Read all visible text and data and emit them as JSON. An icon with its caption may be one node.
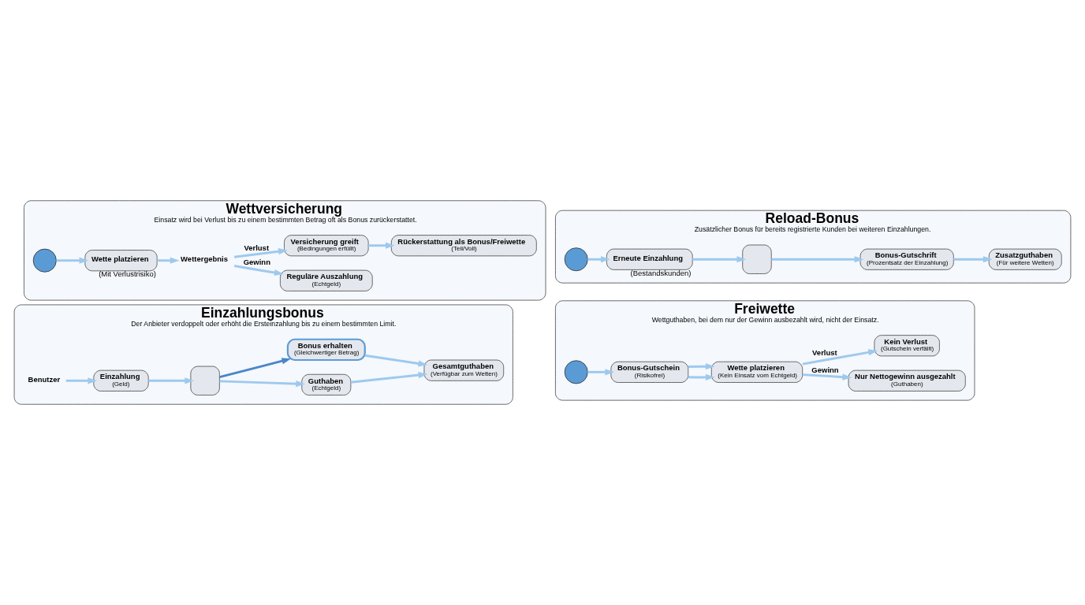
{
  "diagram": {
    "nodes": [
      {
        "text": [
          "Einzahlungsbonus",
          "Der Anbieter verdoppelt oder erhöht die Ersteinzahlung bis zu einem bestimmten Limit."
        ]
      },
      {
        "text": [
          "Benutzer"
        ],
        "in": 0
      },
      {
        "text": [
          "Einzahlung",
          "(Geld)"
        ],
        "in": 0
      },
      {
        "text": [],
        "shape": "box",
        "in": 0
      },
      {
        "text": [
          "Guthaben",
          "(Echtgeld)"
        ],
        "in": 0
      },
      {
        "text": [
          "Bonus erhalten",
          "(Gleichwertiger Betrag)"
        ],
        "in": 0
      },
      {
        "text": [
          "Gesamtguthaben",
          "(Verfügbar zum Wetten)"
        ],
        "in": 0
      },
      {
        "text": [
          "Freiwette",
          "Wettguthaben, bei dem nur der Gewinn ausbezahlt wird, nicht der Einsatz."
        ]
      },
      {
        "text": [],
        "shape": "person",
        "in": 7
      },
      {
        "text": [
          "Bonus-Gutschein",
          "(Risikofrei)"
        ],
        "in": 7
      },
      {
        "text": [
          "Wette platzieren",
          "(Kein Einsatz vom Echtgeld)"
        ],
        "in": 7
      },
      {
        "text": [
          "Nur Nettogewinn ausgezahlt",
          "(Guthaben)"
        ],
        "in": 7
      },
      {
        "text": [
          "Kein Verlust",
          "(Gutschein verfällt)"
        ],
        "in": 7
      },
      {
        "text": [
          "Wettversicherung",
          "Einsatz wird bei Verlust bis zu einem bestimmten Betrag oft als Bonus zurückerstattet."
        ]
      },
      {
        "text": [],
        "shape": "person",
        "in": 13
      },
      {
        "text": [
          "Wette platzieren"
        ],
        "beside": [
          "(Mit Verlustrisiko)"
        ],
        "in": 13
      },
      {
        "text": [
          "Wettergebnis"
        ],
        "in": 13
      },
      {
        "text": [
          "Reguläre Auszahlung",
          "(Echtgeld)"
        ],
        "in": 13
      },
      {
        "text": [
          "Versicherung greift",
          "(Bedingungen erfüllt)"
        ],
        "in": 13
      },
      {
        "text": [
          "Rückerstattung als Bonus/Freiwette",
          "(Teil/Voll)"
        ],
        "in": 13
      },
      {
        "text": [
          "Reload-Bonus",
          "Zusätzlicher Bonus für bereits registrierte Kunden bei weiteren Einzahlungen."
        ]
      },
      {
        "text": [],
        "shape": "person",
        "in": 20
      },
      {
        "text": [
          "Erneute Einzahlung"
        ],
        "beside": [
          "(Bestandskunden)"
        ],
        "in": 20
      },
      {
        "text": [],
        "shape": "box",
        "in": 20
      },
      {
        "text": [
          "Bonus-Gutschrift",
          "(Prozentsatz der Einzahlung)"
        ],
        "in": 20
      },
      {
        "text": [
          "Zusatzguthaben",
          "(Für weitere Wetten)"
        ],
        "in": 20
      }
    ],
    "edges": [
      {
        "from": 1,
        "to": 2,
        "arrow": "to"
      },
      {
        "from": 2,
        "to": 3,
        "arrow": "to"
      },
      {
        "from": 3,
        "to": 4,
        "arrow": "to"
      },
      {
        "from": 3,
        "to": 5,
        "arrow": "to",
        "color": "#4a86c8"
      },
      {
        "from": 4,
        "to": 6,
        "arrow": "to"
      },
      {
        "from": 5,
        "to": 6,
        "arrow": "to"
      },
      {
        "from": 8,
        "to": 9,
        "arrow": "to"
      },
      {
        "from": 9,
        "to": 10,
        "arrow": "to"
      },
      {
        "from": 9,
        "to": 10,
        "arrow": "to"
      },
      {
        "from": 10,
        "to": 11,
        "arrow": "to",
        "label": "Gewinn"
      },
      {
        "from": 10,
        "to": 12,
        "arrow": "to",
        "label": "Verlust"
      },
      {
        "from": 14,
        "to": 15,
        "arrow": "to"
      },
      {
        "from": 15,
        "to": 16,
        "arrow": "to"
      },
      {
        "from": 16,
        "to": 17,
        "arrow": "to",
        "label": "Gewinn"
      },
      {
        "from": 16,
        "to": 18,
        "arrow": "to",
        "label": "Verlust"
      },
      {
        "from": 18,
        "to": 19,
        "arrow": "to"
      },
      {
        "from": 21,
        "to": 22,
        "arrow": "to"
      },
      {
        "from": 22,
        "to": 23,
        "arrow": "to"
      },
      {
        "from": 23,
        "to": 24,
        "arrow": "to"
      },
      {
        "from": 24,
        "to": 25,
        "arrow": "to"
      }
    ]
  }
}
